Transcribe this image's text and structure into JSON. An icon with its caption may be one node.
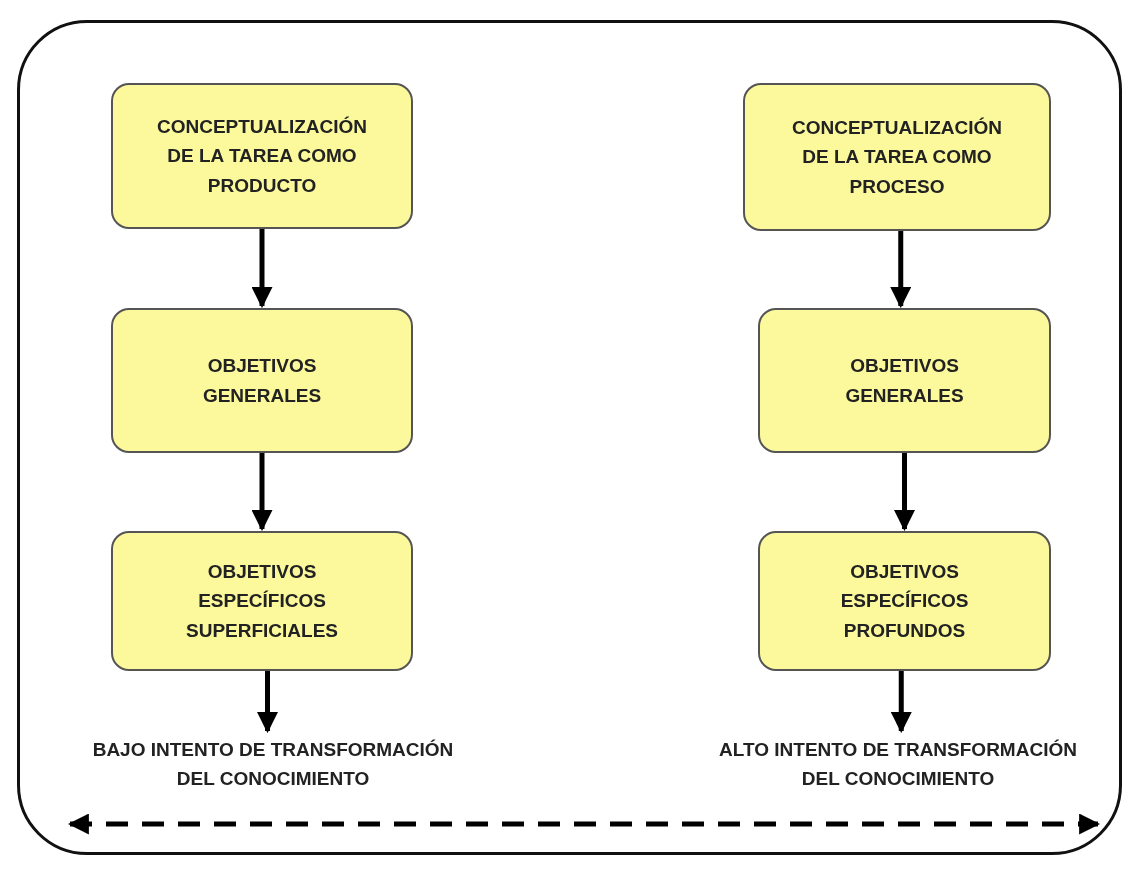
{
  "diagram": {
    "nodes": [
      {
        "text": [],
        "shape": "box"
      },
      {
        "text": [
          "CONCEPTUALIZACIÓN DE LA TAREA COMO PRODUCTO"
        ],
        "in": 0
      },
      {
        "text": [
          "CONCEPTUALIZACIÓN DE LA TAREA COMO PROCESO"
        ],
        "in": 0
      },
      {
        "text": [
          "OBJETIVOS GENERALES"
        ],
        "in": 0
      },
      {
        "text": [
          "OBJETIVOS GENERALES"
        ],
        "in": 0
      },
      {
        "text": [
          "OBJETIVOS ESPECÍFICOS SUPERFICIALES"
        ],
        "in": 0
      },
      {
        "text": [
          "OBJETIVOS ESPECÍFICOS PROFUNDOS"
        ],
        "in": 0
      },
      {
        "text": [
          "BAJO INTENTO DE TRANSFORMACIÓN DEL CONOCIMIENTO"
        ],
        "in": 0
      },
      {
        "text": [
          "ALTO INTENTO DE TRANSFORMACIÓN DEL CONOCIMIENTO"
        ],
        "in": 0
      }
    ],
    "edges": [
      {
        "from": 1,
        "to": 3,
        "arrow": "to"
      },
      {
        "from": 3,
        "to": 5,
        "arrow": "to"
      },
      {
        "from": 5,
        "to": 7,
        "arrow": "to"
      },
      {
        "from": 2,
        "to": 4,
        "arrow": "to"
      },
      {
        "from": 4,
        "to": 6,
        "arrow": "to"
      },
      {
        "from": 6,
        "to": 8,
        "arrow": "to"
      }
    ]
  }
}
